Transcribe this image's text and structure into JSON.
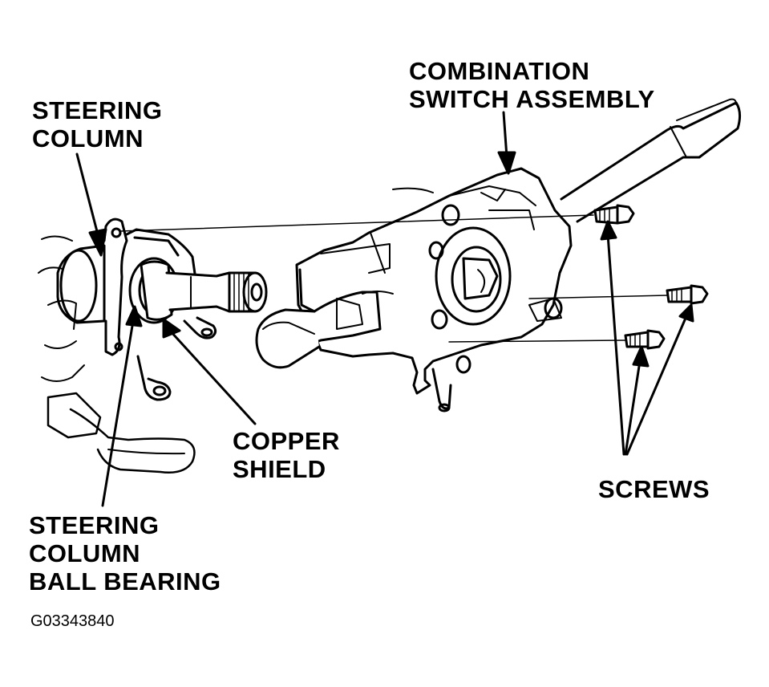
{
  "labels": {
    "steering_column": [
      "STEERING",
      "COLUMN"
    ],
    "combination_switch": [
      "COMBINATION",
      "SWITCH ASSEMBLY"
    ],
    "copper_shield": [
      "COPPER",
      "SHIELD"
    ],
    "screws": "SCREWS",
    "ball_bearing": [
      "STEERING",
      "COLUMN",
      "BALL BEARING"
    ]
  },
  "figure_code": "G03343840"
}
